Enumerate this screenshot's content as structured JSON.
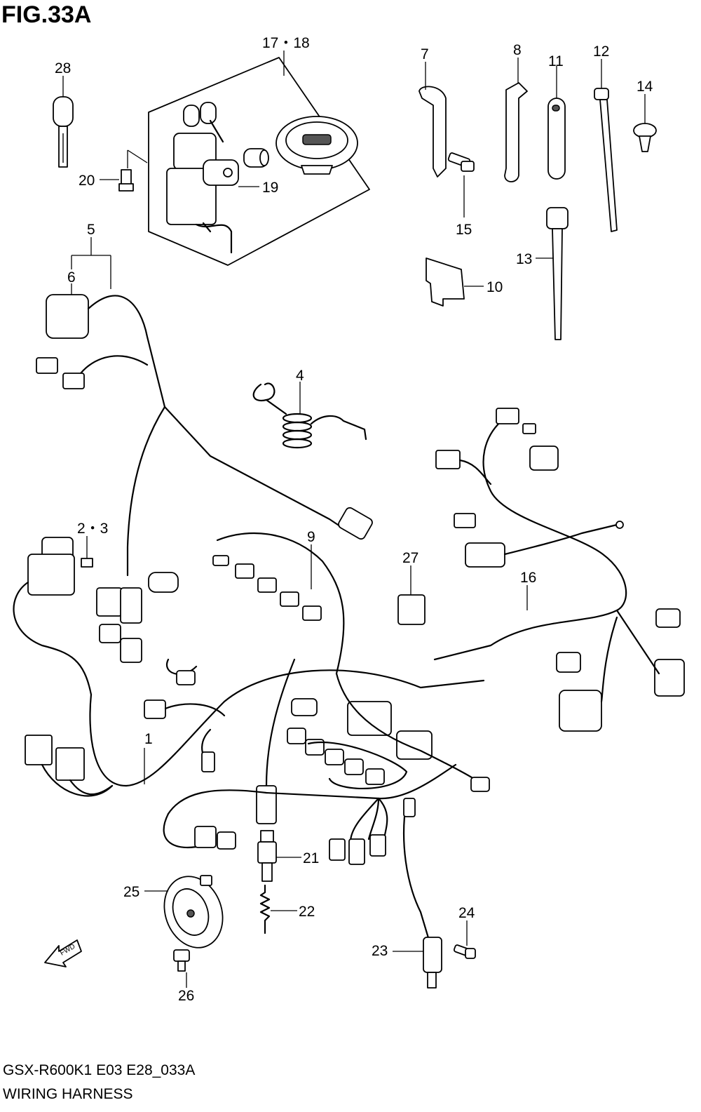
{
  "figure": {
    "title": "FIG.33A",
    "model_code": "GSX-R600K1 E03 E28_033A",
    "caption": "WIRING HARNESS"
  },
  "callouts": {
    "c1": "1",
    "c2_3": "2・3",
    "c4": "4",
    "c5": "5",
    "c6": "6",
    "c7": "7",
    "c8": "8",
    "c9": "9",
    "c10": "10",
    "c11": "11",
    "c12": "12",
    "c13": "13",
    "c14": "14",
    "c15": "15",
    "c16": "16",
    "c17_18": "17・18",
    "c19": "19",
    "c20": "20",
    "c21": "21",
    "c22": "22",
    "c23": "23",
    "c24": "24",
    "c25": "25",
    "c26": "26",
    "c27": "27",
    "c28": "28"
  },
  "fwd_label": "FWD",
  "icons": [
    "key-icon",
    "ignition-switch-icon",
    "fuel-cap-icon",
    "horn-icon",
    "fwd-arrow-icon"
  ]
}
